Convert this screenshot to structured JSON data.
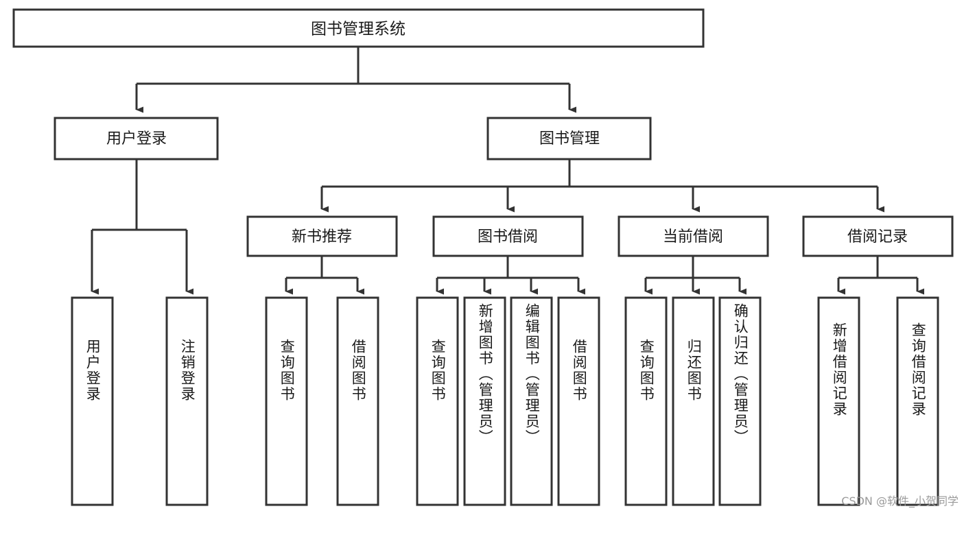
{
  "diagram": {
    "type": "tree",
    "title": "图书管理系统",
    "root": {
      "label": "图书管理系统"
    },
    "level2": [
      {
        "label": "用户登录"
      },
      {
        "label": "图书管理"
      }
    ],
    "level3": [
      {
        "label": "新书推荐"
      },
      {
        "label": "图书借阅"
      },
      {
        "label": "当前借阅"
      },
      {
        "label": "借阅记录"
      }
    ],
    "leaves": {
      "user_login": [
        "用户登录",
        "注销登录"
      ],
      "new_book_recommend": [
        "查询图书",
        "借阅图书"
      ],
      "book_borrow": [
        "查询图书",
        "新增图书（管理员）",
        "编辑图书（管理员）",
        "借阅图书"
      ],
      "current_borrow": [
        "查询图书",
        "归还图书",
        "确认归还（管理员）"
      ],
      "borrow_record": [
        "新增借阅记录",
        "查询借阅记录"
      ]
    },
    "colors": {
      "stroke": "#333333",
      "fill": "#ffffff",
      "text": "#1a1a1a",
      "watermark": "#9a9a9a",
      "background": "#ffffff"
    }
  },
  "watermark": {
    "text": "CSDN @软件_小贺同学"
  }
}
